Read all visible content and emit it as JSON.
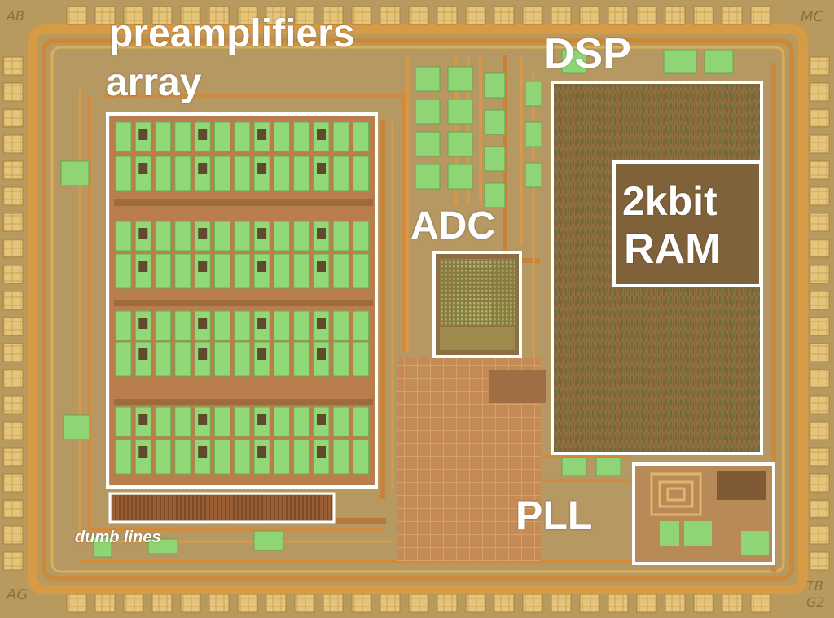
{
  "labels": {
    "preamplifiers_line1": "preamplifiers",
    "preamplifiers_line2": "array",
    "dsp": "DSP",
    "ram_line1": "2kbit",
    "ram_line2": "RAM",
    "adc": "ADC",
    "pll": "PLL",
    "dumb_lines": "dumb lines"
  },
  "corner_marks": {
    "top_left": "AB",
    "top_right": "MC",
    "bottom_left": "AG",
    "bottom_right_line1": "TB",
    "bottom_right_line2": "G2"
  },
  "colors": {
    "die": "#b89a5e",
    "gold_pad": "#e3bf6a",
    "bus": "#cf8a3a",
    "green_cap": "#8fd475",
    "dsp_logic": "#8a6a3c",
    "outline": "#ffffff"
  }
}
